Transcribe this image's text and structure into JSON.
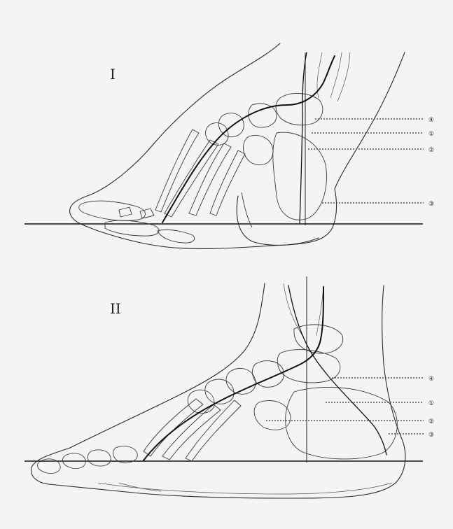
{
  "panels": [
    {
      "id": "I",
      "title": "I",
      "callouts": [
        {
          "label": "④",
          "order": 1
        },
        {
          "label": "①",
          "order": 2
        },
        {
          "label": "②",
          "order": 3
        },
        {
          "label": "③",
          "order": 4
        }
      ]
    },
    {
      "id": "II",
      "title": "II",
      "callouts": [
        {
          "label": "④",
          "order": 1
        },
        {
          "label": "①",
          "order": 2
        },
        {
          "label": "②",
          "order": 3
        },
        {
          "label": "③",
          "order": 4
        }
      ]
    }
  ]
}
